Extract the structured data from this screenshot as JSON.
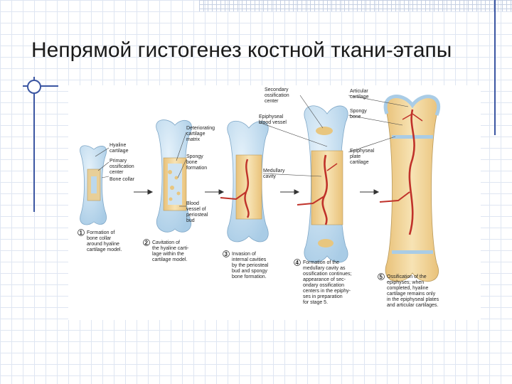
{
  "title": "Непрямой гистогенез костной ткани-этапы",
  "labels": {
    "hyaline": [
      "Hyaline",
      "cartilage"
    ],
    "primary": [
      "Primary",
      "ossification",
      "center"
    ],
    "bone_collar": [
      "Bone collar"
    ],
    "deteriorating": [
      "Deteriorating",
      "cartilage",
      "matrix"
    ],
    "spongy_formation": [
      "Spongy",
      "bone",
      "formation"
    ],
    "blood_vessel_bud": [
      "Blood",
      "vessel of",
      "periosteal",
      "bud"
    ],
    "secondary": [
      "Secondary",
      "ossification",
      "center"
    ],
    "epiphyseal_vessel": [
      "Epiphyseal",
      "blood vessel"
    ],
    "medullary": [
      "Medullary",
      "cavity"
    ],
    "articular": [
      "Articular",
      "cartilage"
    ],
    "spongy_bone": [
      "Spongy",
      "bone"
    ],
    "epiphyseal_plate": [
      "Epiphyseal",
      "plate",
      "cartilage"
    ]
  },
  "steps": [
    {
      "num": "1",
      "text": [
        "Formation of",
        "bone collar",
        "around hyaline",
        "cartilage model."
      ]
    },
    {
      "num": "2",
      "text": [
        "Cavitation of",
        "the hyaline carti-",
        "lage within the",
        "cartilage model."
      ]
    },
    {
      "num": "3",
      "text": [
        "Invasion of",
        "internal cavities",
        "by the periosteal",
        "bud and spongy",
        "bone formation."
      ]
    },
    {
      "num": "4",
      "text": [
        "Formation of the",
        "medullary cavity as",
        "ossification continues;",
        "appearance of sec-",
        "ondary ossification",
        "centers in the epiphy-",
        "ses in preparation",
        "for stage 5."
      ]
    },
    {
      "num": "5",
      "text": [
        "Ossification of the",
        "epiphyses; when",
        "completed, hyaline",
        "cartilage remains only",
        "in the epiphyseal plates",
        "and articular cartilages."
      ]
    }
  ],
  "colors": {
    "cartilage": "#bcd8ec",
    "bone": "#f2d59a",
    "vessel": "#c0322a",
    "accent": "#3b56a2"
  }
}
